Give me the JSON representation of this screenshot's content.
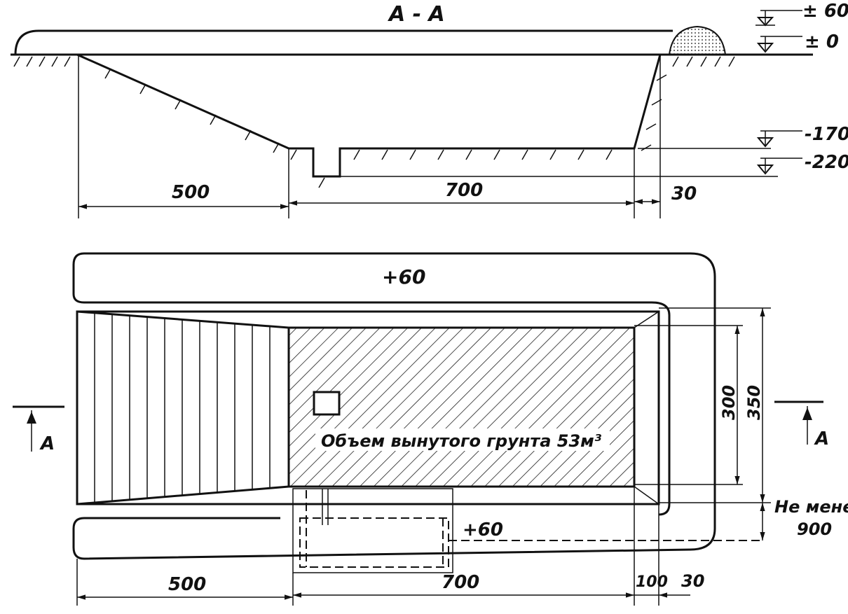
{
  "section": {
    "title": "А - А",
    "levels": [
      "± 60",
      "± 0",
      "-170",
      "-220"
    ],
    "dims": [
      "500",
      "700",
      "30"
    ]
  },
  "plan": {
    "mound_label": "+60",
    "volume_label": "Объем вынутого грунта 53м³",
    "width_dims": [
      "300",
      "350"
    ],
    "min_dim": [
      "Не менее",
      "900"
    ],
    "section_marks": [
      "А",
      "А"
    ],
    "right_mound_label": "+60",
    "dims": [
      "500",
      "700",
      "100",
      "30"
    ]
  }
}
